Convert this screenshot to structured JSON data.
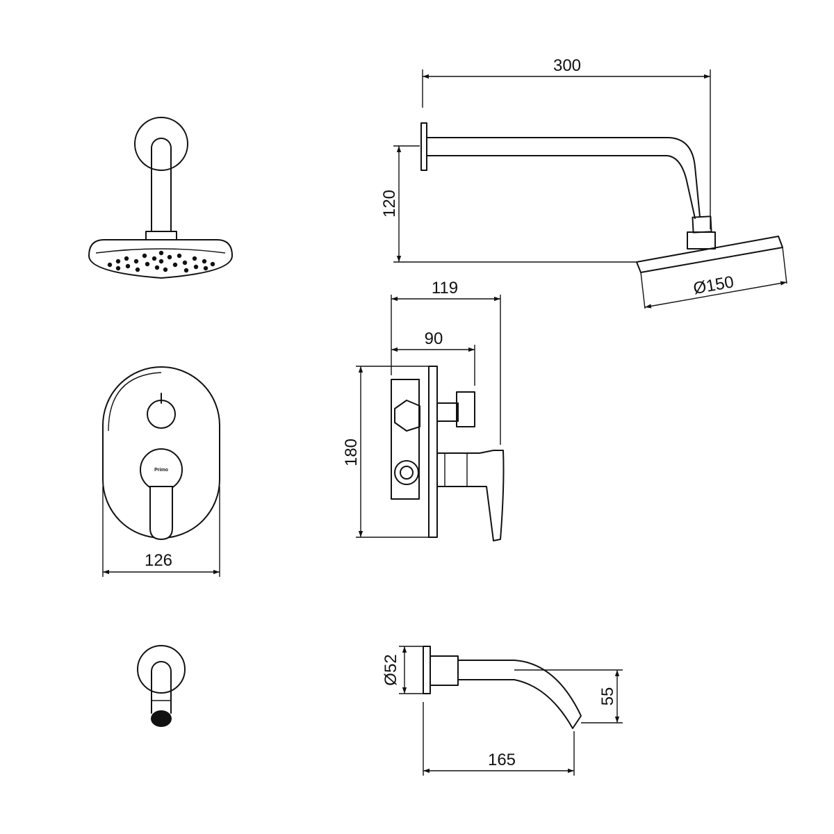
{
  "dimensions": {
    "arm_length": "300",
    "arm_drop": "120",
    "head_diameter": "Ø150",
    "valve_depth_total": "119",
    "valve_depth_body": "90",
    "valve_height": "180",
    "plate_width": "126",
    "spout_flange_diameter": "Ø52",
    "spout_drop": "55",
    "spout_length": "165"
  },
  "labels": {
    "handle_logo": "Primo"
  },
  "colors": {
    "line": "#111111",
    "background": "#ffffff"
  }
}
